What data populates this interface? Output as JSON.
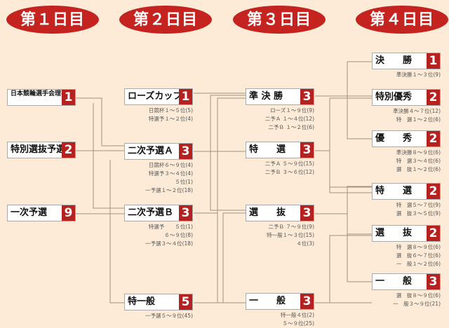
{
  "days": [
    "第１日目",
    "第２日目",
    "第３日目",
    "第４日目"
  ],
  "races": [
    {
      "label": "日本競輪選手会理事長杯",
      "num": "1",
      "notes": []
    },
    {
      "label": "特別選抜予選",
      "num": "2",
      "notes": []
    },
    {
      "label": "一次予選",
      "num": "9",
      "notes": []
    },
    {
      "label": "ローズカップ",
      "num": "1",
      "notes": [
        "日競杯１～５位(5)",
        "特選予１～２位(4)"
      ]
    },
    {
      "label": "二次予選Ａ",
      "num": "3",
      "notes": [
        "日競杯６～９位(4)",
        "特選予３～４位(4)",
        "５位(1)",
        "一予選１～２位(18)"
      ]
    },
    {
      "label": "二次予選Ｂ",
      "num": "3",
      "notes": [
        "特選予　　５位(1)",
        "６～９位(8)",
        "一予選３～４位(18)"
      ]
    },
    {
      "label": "特一般",
      "num": "5",
      "notes": [
        "一予選５～９位(45)"
      ]
    },
    {
      "label": "準 決 勝",
      "num": "3",
      "notes": [
        "ローズ１～９位(9)",
        "二予Ａ １～４位(12)",
        "二予Ｂ １～２位(6)"
      ]
    },
    {
      "label": "特　　選",
      "num": "3",
      "notes": [
        "二予Ａ ５～９位(15)",
        "二予Ｂ ３～６位(12)"
      ]
    },
    {
      "label": "選　　抜",
      "num": "3",
      "notes": [
        "二予Ｂ ７～９位(9)",
        "特一般１～３位(15)",
        "４位(3)"
      ]
    },
    {
      "label": "一　　般",
      "num": "3",
      "notes": [
        "特一般４位(2)",
        "５～９位(25)"
      ]
    },
    {
      "label": "決　　勝",
      "num": "1",
      "notes": [
        "準決勝１～３位(9)"
      ]
    },
    {
      "label": "特別優秀",
      "num": "2",
      "notes": [
        "準決勝４～７位(12)",
        "特　選１～２位(6)"
      ]
    },
    {
      "label": "優　　秀",
      "num": "2",
      "notes": [
        "準決勝８～９位(6)",
        "特　選３～４位(6)",
        "選　抜１～２位(6)"
      ]
    },
    {
      "label": "特　　選",
      "num": "2",
      "notes": [
        "特　選５～７位(9)",
        "選　抜３～５位(9)"
      ]
    },
    {
      "label": "選　　抜",
      "num": "2",
      "notes": [
        "特　選８～９位(6)",
        "選　抜６～７位(6)",
        "一　般１～２位(6)"
      ]
    },
    {
      "label": "一　　般",
      "num": "3",
      "notes": [
        "選　抜８～９位(6)",
        "一　般３～９位(21)"
      ]
    }
  ]
}
